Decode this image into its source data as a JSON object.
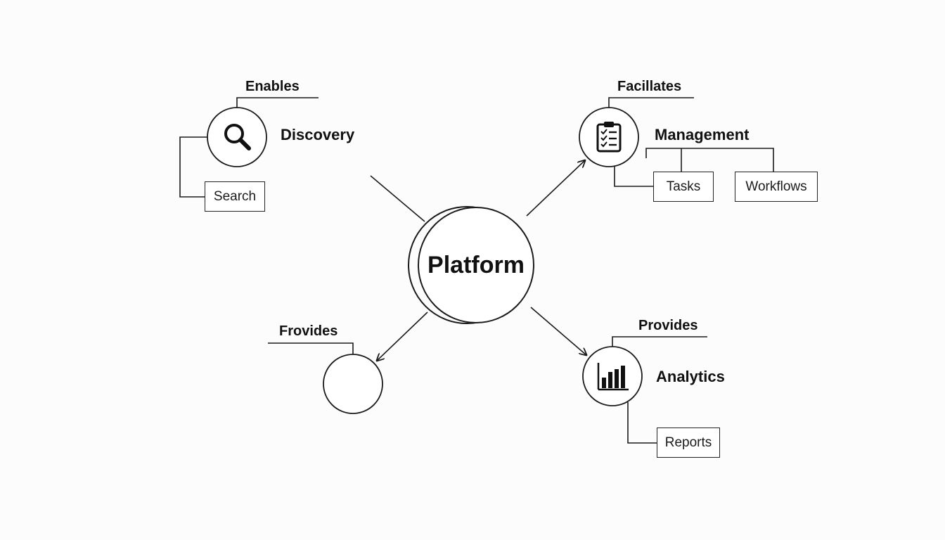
{
  "colors": {
    "background": "#fcfcfc",
    "stroke": "#1a1a1a",
    "text": "#111111"
  },
  "center": {
    "label": "Platform"
  },
  "discovery": {
    "edge_label": "Enables",
    "label": "Discovery",
    "icon": "magnifier-icon",
    "children": [
      "Search"
    ]
  },
  "management": {
    "edge_label": "Facillates",
    "label": "Management",
    "icon": "clipboard-checklist-icon",
    "children": [
      "Tasks",
      "Workflows"
    ]
  },
  "empty_node": {
    "edge_label": "Frovides",
    "label": ""
  },
  "analytics": {
    "edge_label": "Provides",
    "label": "Analytics",
    "icon": "bar-chart-icon",
    "children": [
      "Reports"
    ]
  }
}
